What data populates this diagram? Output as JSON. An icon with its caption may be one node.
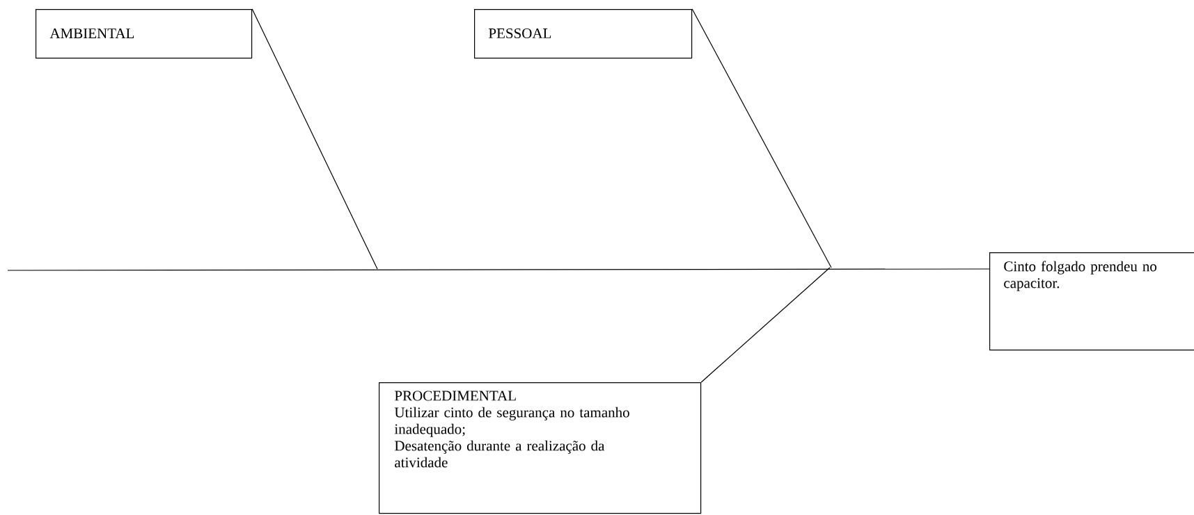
{
  "diagram": {
    "nodes": [
      {
        "text": [
          "AMBIENTAL"
        ]
      },
      {
        "text": [
          "PESSOAL"
        ]
      },
      {
        "text": [
          "PROCEDIMENTAL",
          "Utilizar cinto de segurança no tamanho inadequado;",
          "Desatenção durante a realização da atividade"
        ]
      },
      {
        "text": [
          "Cinto folgado prendeu no capacitor."
        ]
      }
    ],
    "edges": [
      {
        "from": 0,
        "to": null,
        "arrow": "none"
      },
      {
        "from": 1,
        "to": null,
        "arrow": "none"
      },
      {
        "from": 2,
        "to": null,
        "arrow": "none"
      },
      {
        "from": null,
        "to": 3,
        "arrow": "none"
      }
    ]
  }
}
